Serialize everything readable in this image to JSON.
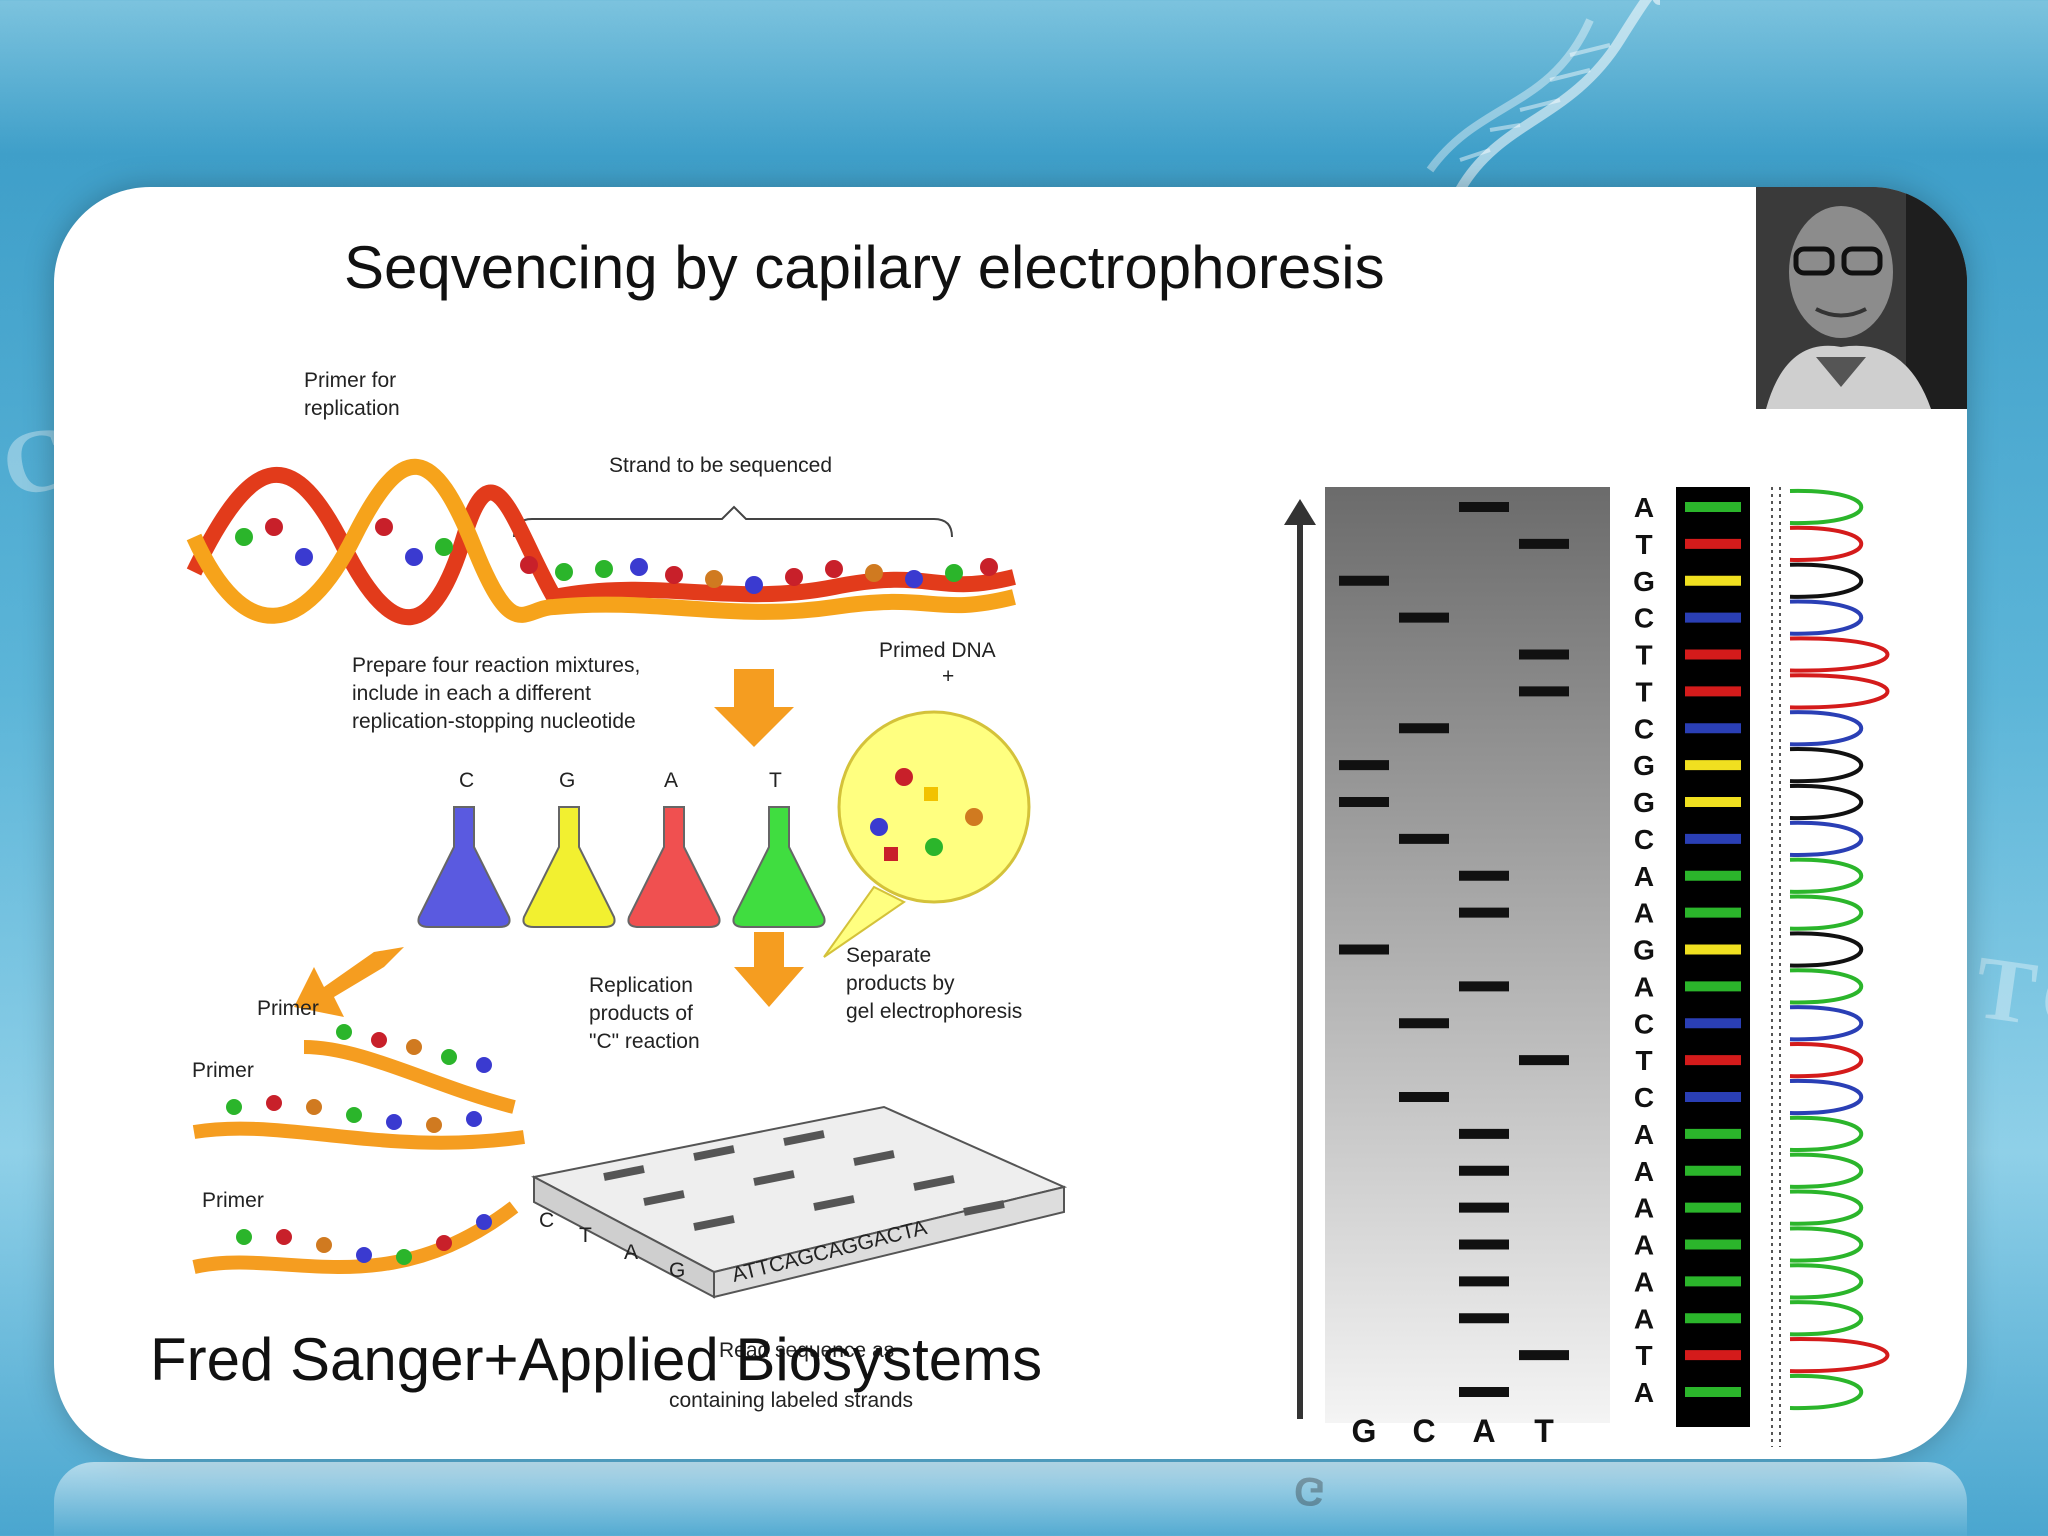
{
  "slide": {
    "title": "Seqvencing by capilary electrophoresis",
    "caption": "Fred Sanger+Applied Biosystems"
  },
  "diagram": {
    "labels": {
      "primer_for_replication_1": "Primer for",
      "primer_for_replication_2": "replication",
      "strand_to_be_sequenced": "Strand to be sequenced",
      "prepare_1": "Prepare four reaction mixtures,",
      "prepare_2": "include in each a different",
      "prepare_3": "replication-stopping nucleotide",
      "primed_dna": "Primed DNA",
      "primer_1": "Primer",
      "primer_2": "Primer",
      "primer_3": "Primer",
      "replication_1": "Replication",
      "replication_2": "products of",
      "replication_3": "\"C\" reaction",
      "separate_1": "Separate",
      "separate_2": "products by",
      "separate_3": "gel electrophoresis",
      "read_sequence_1": "Read sequence as",
      "read_sequence_2": "containing labeled strands",
      "gel_sequence": "ATTCAGCAGGACTA"
    },
    "flasks": [
      {
        "label": "C",
        "color": "#5a5ae0"
      },
      {
        "label": "G",
        "color": "#f2f030"
      },
      {
        "label": "A",
        "color": "#f05050"
      },
      {
        "label": "T",
        "color": "#40dd40"
      }
    ],
    "gel_lane_labels": [
      "C",
      "T",
      "A",
      "G"
    ]
  },
  "sequencing_gel": {
    "lane_labels": [
      "G",
      "C",
      "A",
      "T"
    ],
    "sequence": [
      "A",
      "T",
      "G",
      "C",
      "T",
      "T",
      "C",
      "G",
      "G",
      "C",
      "A",
      "A",
      "G",
      "A",
      "C",
      "T",
      "C",
      "A",
      "A",
      "A",
      "A",
      "A",
      "A",
      "T",
      "A"
    ],
    "base_colors": {
      "A": "#2bb52b",
      "T": "#d41b1b",
      "G": "#f0e020",
      "C": "#2a3fb5"
    },
    "trace_colors": {
      "A": "#2bb52b",
      "T": "#d41b1b",
      "G": "#111111",
      "C": "#2a3fb5"
    }
  }
}
